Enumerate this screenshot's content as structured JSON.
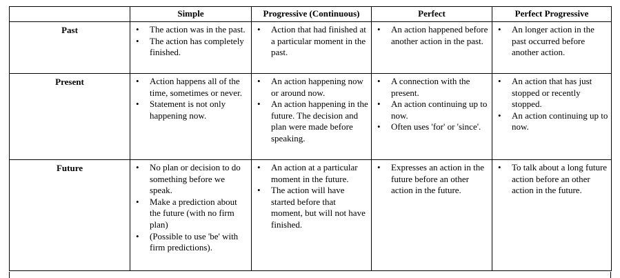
{
  "header": [
    "",
    "Simple",
    "Progressive (Continuous)",
    "Perfect",
    "Perfect Progressive"
  ],
  "rows": [
    {
      "label": "Past",
      "cells": [
        [
          "The action was in the past.",
          "The action has completely finished."
        ],
        [
          "Action that had finished at a particular moment in the past."
        ],
        [
          "An action happened before another action in the past."
        ],
        [
          "An longer action in the past occurred before another action."
        ]
      ]
    },
    {
      "label": "Present",
      "cells": [
        [
          "Action happens all of the time, sometimes or never.",
          "Statement is not only happening now."
        ],
        [
          "An action happening now or around now.",
          "An action happening in the future.  The decision and plan were made before speaking."
        ],
        [
          "A connection with the present.",
          "An action continuing up to now.",
          "Often uses 'for' or 'since'."
        ],
        [
          "An action that has just stopped or recently stopped.",
          "An action continuing up to now."
        ]
      ]
    },
    {
      "label": "Future",
      "cells": [
        [
          "No plan or decision to do something before we speak.",
          "Make a prediction about the future (with no firm plan)",
          "(Possible to use 'be' with firm predictions)."
        ],
        [
          "An action at a particular moment in the future.",
          "The action will have started before that moment, but will not have finished."
        ],
        [
          "Expresses an action in the future before an other action in the future."
        ],
        [
          "To talk about a long future action before an other action in the future."
        ]
      ]
    }
  ]
}
